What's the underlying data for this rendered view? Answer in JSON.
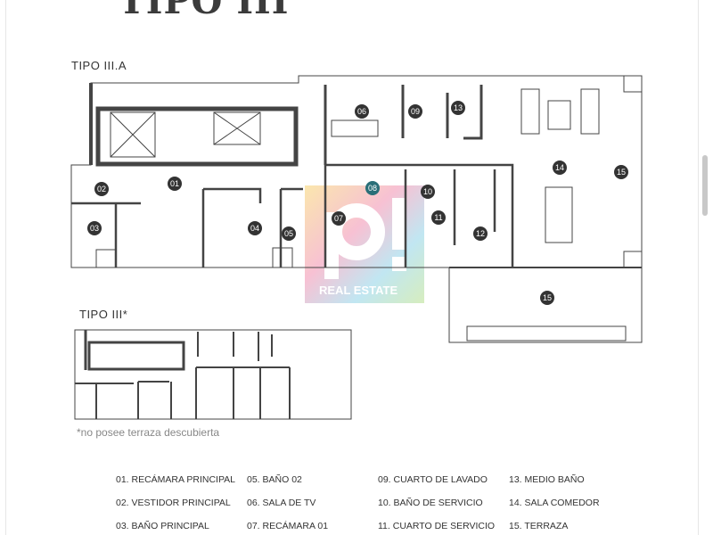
{
  "page": {
    "title": "TIPO III",
    "plan_a_label": "TIPO III.A",
    "plan_b_label": "TIPO III*",
    "note": "*no posee terraza descubierta"
  },
  "watermark": {
    "logo": "p!",
    "text": "REAL ESTATE"
  },
  "markers": [
    "01",
    "02",
    "03",
    "04",
    "05",
    "06",
    "07",
    "08",
    "09",
    "10",
    "11",
    "12",
    "13",
    "14",
    "15",
    "15"
  ],
  "legend": [
    [
      "01. RECÁMARA PRINCIPAL",
      "02. VESTIDOR PRINCIPAL",
      "03. BAÑO PRINCIPAL"
    ],
    [
      "05. BAÑO 02",
      "06. SALA DE TV",
      "07. RECÁMARA 01"
    ],
    [
      "09. CUARTO DE LAVADO",
      "10. BAÑO DE SERVICIO",
      "11. CUARTO DE SERVICIO"
    ],
    [
      "13. MEDIO BAÑO",
      "14. SALA COMEDOR",
      "15. TERRAZA"
    ]
  ]
}
